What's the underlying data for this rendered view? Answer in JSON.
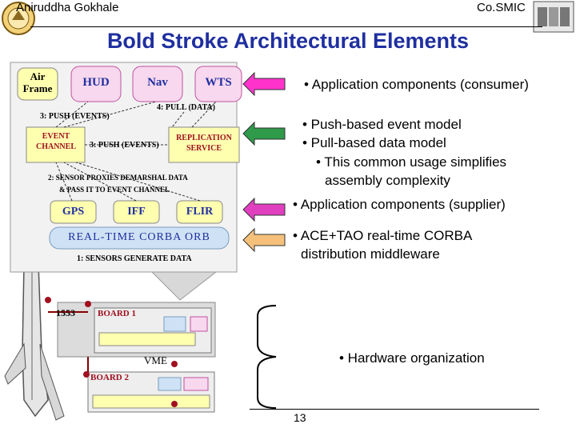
{
  "header": {
    "author": "Aniruddha Gokhale",
    "project": "Co.SMIC"
  },
  "title": "Bold Stroke Architectural Elements",
  "diagram": {
    "airframe": "Air Frame",
    "hud": "HUD",
    "nav": "Nav",
    "wts": "WTS",
    "pull_data": "4: PULL (DATA)",
    "push_events_1": "3: PUSH (EVENTS)",
    "event_channel": "EVENT CHANNEL",
    "push_events_2": "3: PUSH (EVENTS)",
    "replication_service": "REPLICATION SERVICE",
    "sensor_proxies_line1": "2: SENSOR PROXIES DEMARSHAL DATA",
    "sensor_proxies_line2": "& PASS IT TO EVENT CHANNEL",
    "gps": "GPS",
    "iff": "IFF",
    "flir": "FLIR",
    "orb": "REAL-TIME CORBA ORB",
    "sensors_data": "1: SENSORS GENERATE DATA",
    "bus_1553": "1553",
    "board1": "BOARD 1",
    "vme": "VME",
    "board2": "BOARD 2"
  },
  "bullets": {
    "consumer": "• Application components (consumer)",
    "push": "• Push-based event model",
    "pull": "• Pull-based data model",
    "common_1": "• This common usage simplifies",
    "common_2": "assembly complexity",
    "supplier": "• Application components (supplier)",
    "ace_1": "• ACE+TAO real-time CORBA",
    "ace_2": "distribution middleware",
    "hardware": "• Hardware organization"
  },
  "colors": {
    "title": "#1f2fa0",
    "arrow_consumer": "#ff33cc",
    "arrow_green": "#2e9a4a",
    "arrow_supplier": "#e040c0",
    "arrow_orb": "#f5c07a",
    "box_yellow": "#ffffb0",
    "orb_blue": "#cfe2f5"
  },
  "page_number": "13"
}
